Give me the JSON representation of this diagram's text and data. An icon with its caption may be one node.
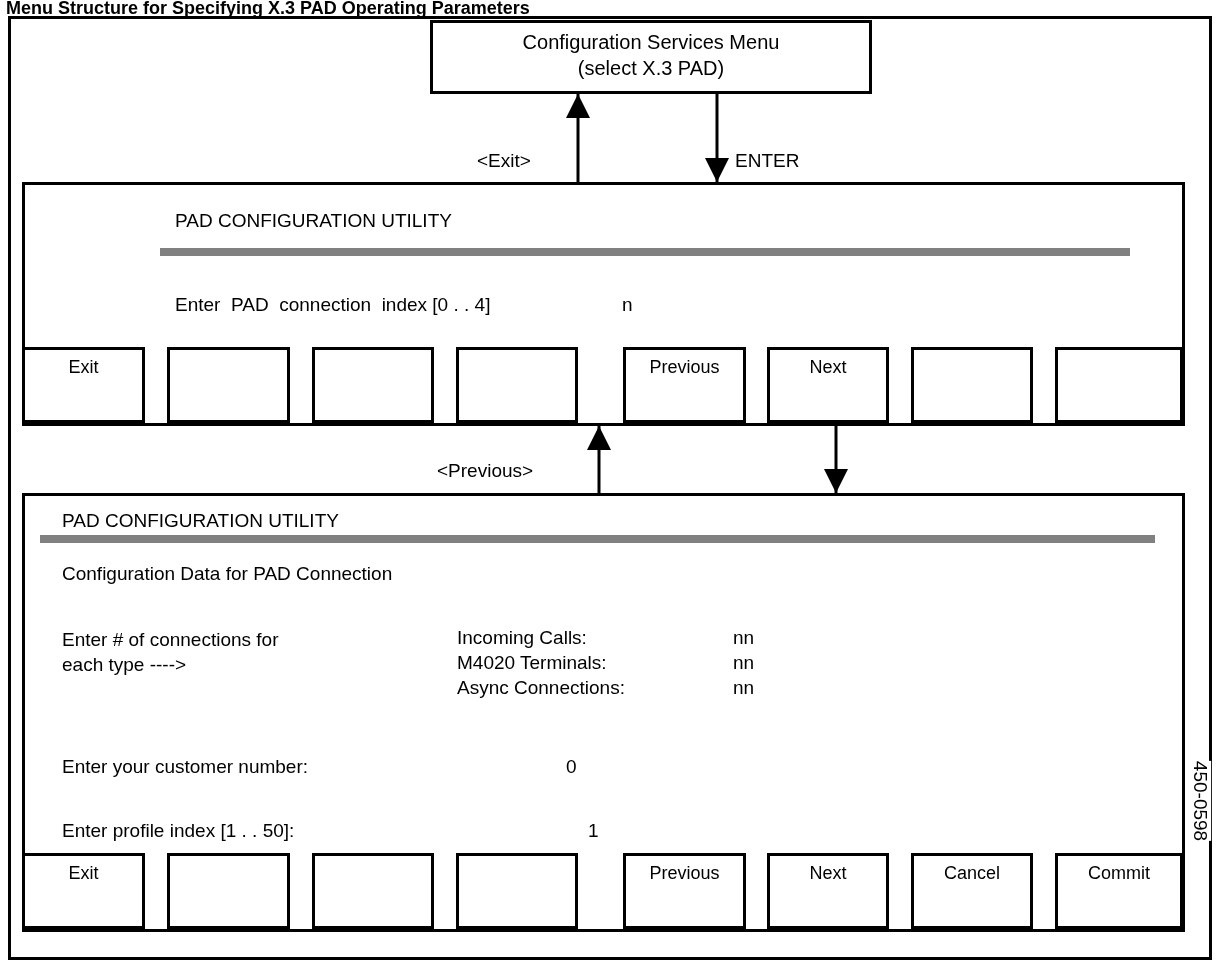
{
  "diagram": {
    "title": "Menu Structure for Specifying X.3 PAD Operating Parameters",
    "nodes": [
      {
        "text": [
          "Configuration Services Menu (select X.3 PAD)"
        ]
      },
      {
        "text": [
          "PAD CONFIGURATION UTILITY",
          "Enter  PAD  connection  index [0 . . 4]",
          "n"
        ]
      },
      {
        "text": [
          "Exit"
        ],
        "in": 1
      },
      {
        "text": [],
        "shape": "box",
        "in": 1
      },
      {
        "text": [],
        "shape": "box",
        "in": 1
      },
      {
        "text": [],
        "shape": "box",
        "in": 1
      },
      {
        "text": [
          "Previous"
        ],
        "in": 1
      },
      {
        "text": [
          "Next"
        ],
        "in": 1
      },
      {
        "text": [],
        "shape": "box",
        "in": 1
      },
      {
        "text": [],
        "shape": "box",
        "in": 1
      },
      {
        "text": [
          "PAD CONFIGURATION UTILITY",
          "Configuration Data for PAD Connection",
          "Enter # of connections for each type ---->",
          "Incoming Calls:",
          "nn",
          "M4020 Terminals:",
          "nn",
          "Async Connections:",
          "nn",
          "Enter your customer number:",
          "0",
          "Enter profile index [1 . . 50]:",
          "1"
        ]
      },
      {
        "text": [
          "Exit"
        ],
        "in": 10
      },
      {
        "text": [],
        "shape": "box",
        "in": 10
      },
      {
        "text": [],
        "shape": "box",
        "in": 10
      },
      {
        "text": [],
        "shape": "box",
        "in": 10
      },
      {
        "text": [
          "Previous"
        ],
        "in": 10
      },
      {
        "text": [
          "Next"
        ],
        "in": 10
      },
      {
        "text": [
          "Cancel"
        ],
        "in": 10
      },
      {
        "text": [
          "Commit"
        ],
        "in": 10
      }
    ],
    "edges": [
      {
        "from": 1,
        "to": 0,
        "arrow": "to",
        "label": "<Exit>"
      },
      {
        "from": 0,
        "to": 1,
        "arrow": "to",
        "label": "ENTER"
      },
      {
        "from": 10,
        "to": 1,
        "arrow": "to",
        "label": "<Previous>"
      },
      {
        "from": 7,
        "to": 10,
        "arrow": "to"
      }
    ],
    "labels": [
      "450-0598"
    ]
  }
}
